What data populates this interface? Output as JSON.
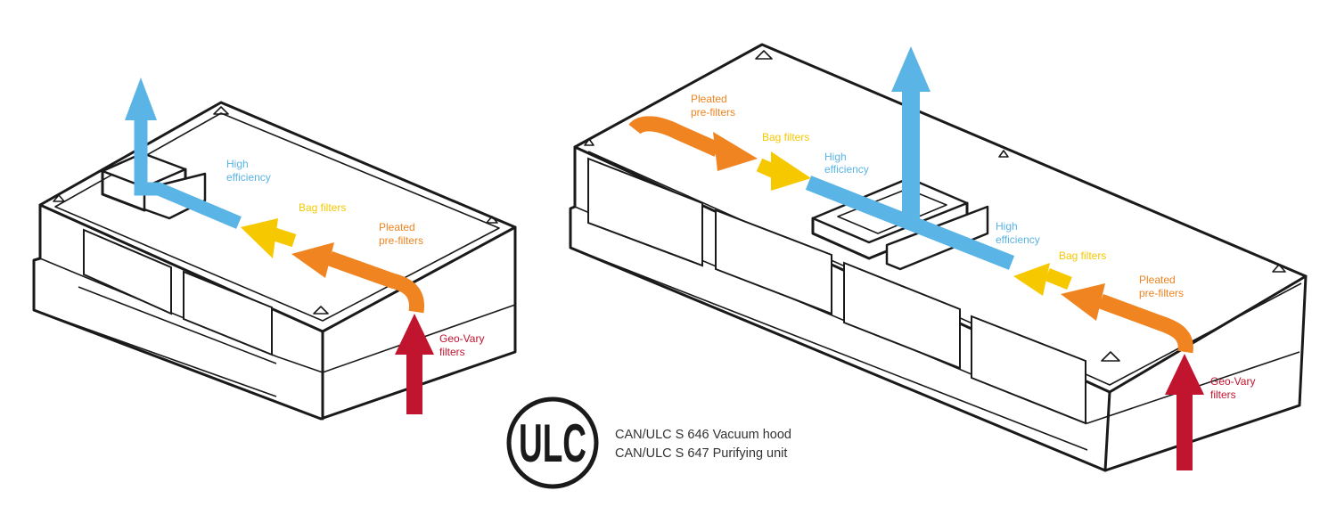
{
  "colors": {
    "geo_vary": "#c0142f",
    "pleated": "#ef8421",
    "bag": "#f6c800",
    "high_efficiency": "#5ab4e5",
    "outline": "#1a1a1a"
  },
  "icons": {
    "certification_logo": "ulc-logo-icon"
  },
  "logo": {
    "text": "ULC"
  },
  "certifications": [
    "CAN/ULC S 646 Vacuum hood",
    "CAN/ULC S 647 Purifying unit"
  ],
  "left_unit": {
    "labels": {
      "high_1": "High",
      "high_2": "efficiency",
      "bag": "Bag filters",
      "pleated_1": "Pleated",
      "pleated_2": "pre-filters",
      "geo_1": "Geo-Vary",
      "geo_2": "filters"
    }
  },
  "right_unit": {
    "labels": {
      "pleated_top_1": "Pleated",
      "pleated_top_2": "pre-filters",
      "bag_top": "Bag filters",
      "high_top_1": "High",
      "high_top_2": "efficiency",
      "high_1": "High",
      "high_2": "efficiency",
      "bag": "Bag filters",
      "pleated_1": "Pleated",
      "pleated_2": "pre-filters",
      "geo_1": "Geo-Vary",
      "geo_2": "filters"
    }
  }
}
